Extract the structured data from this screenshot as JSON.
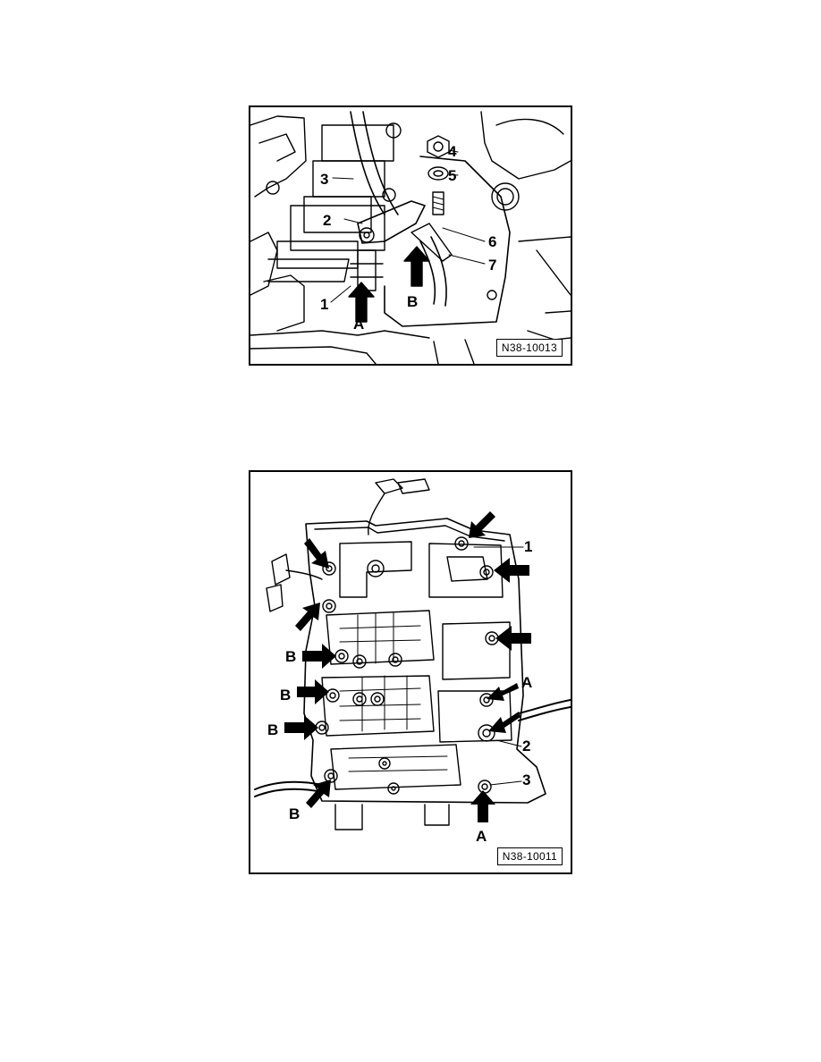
{
  "figures": [
    {
      "id": "N38-10013",
      "callouts": {
        "c1": "1",
        "c2": "2",
        "c3": "3",
        "c4": "4",
        "c5": "5",
        "c6": "6",
        "c7": "7",
        "cA": "A",
        "cB": "B"
      }
    },
    {
      "id": "N38-10011",
      "callouts": {
        "c1": "1",
        "c2": "2",
        "c3": "3",
        "cA1": "A",
        "cA2": "A",
        "cB1": "B",
        "cB2": "B",
        "cB3": "B",
        "cB4": "B"
      }
    }
  ]
}
